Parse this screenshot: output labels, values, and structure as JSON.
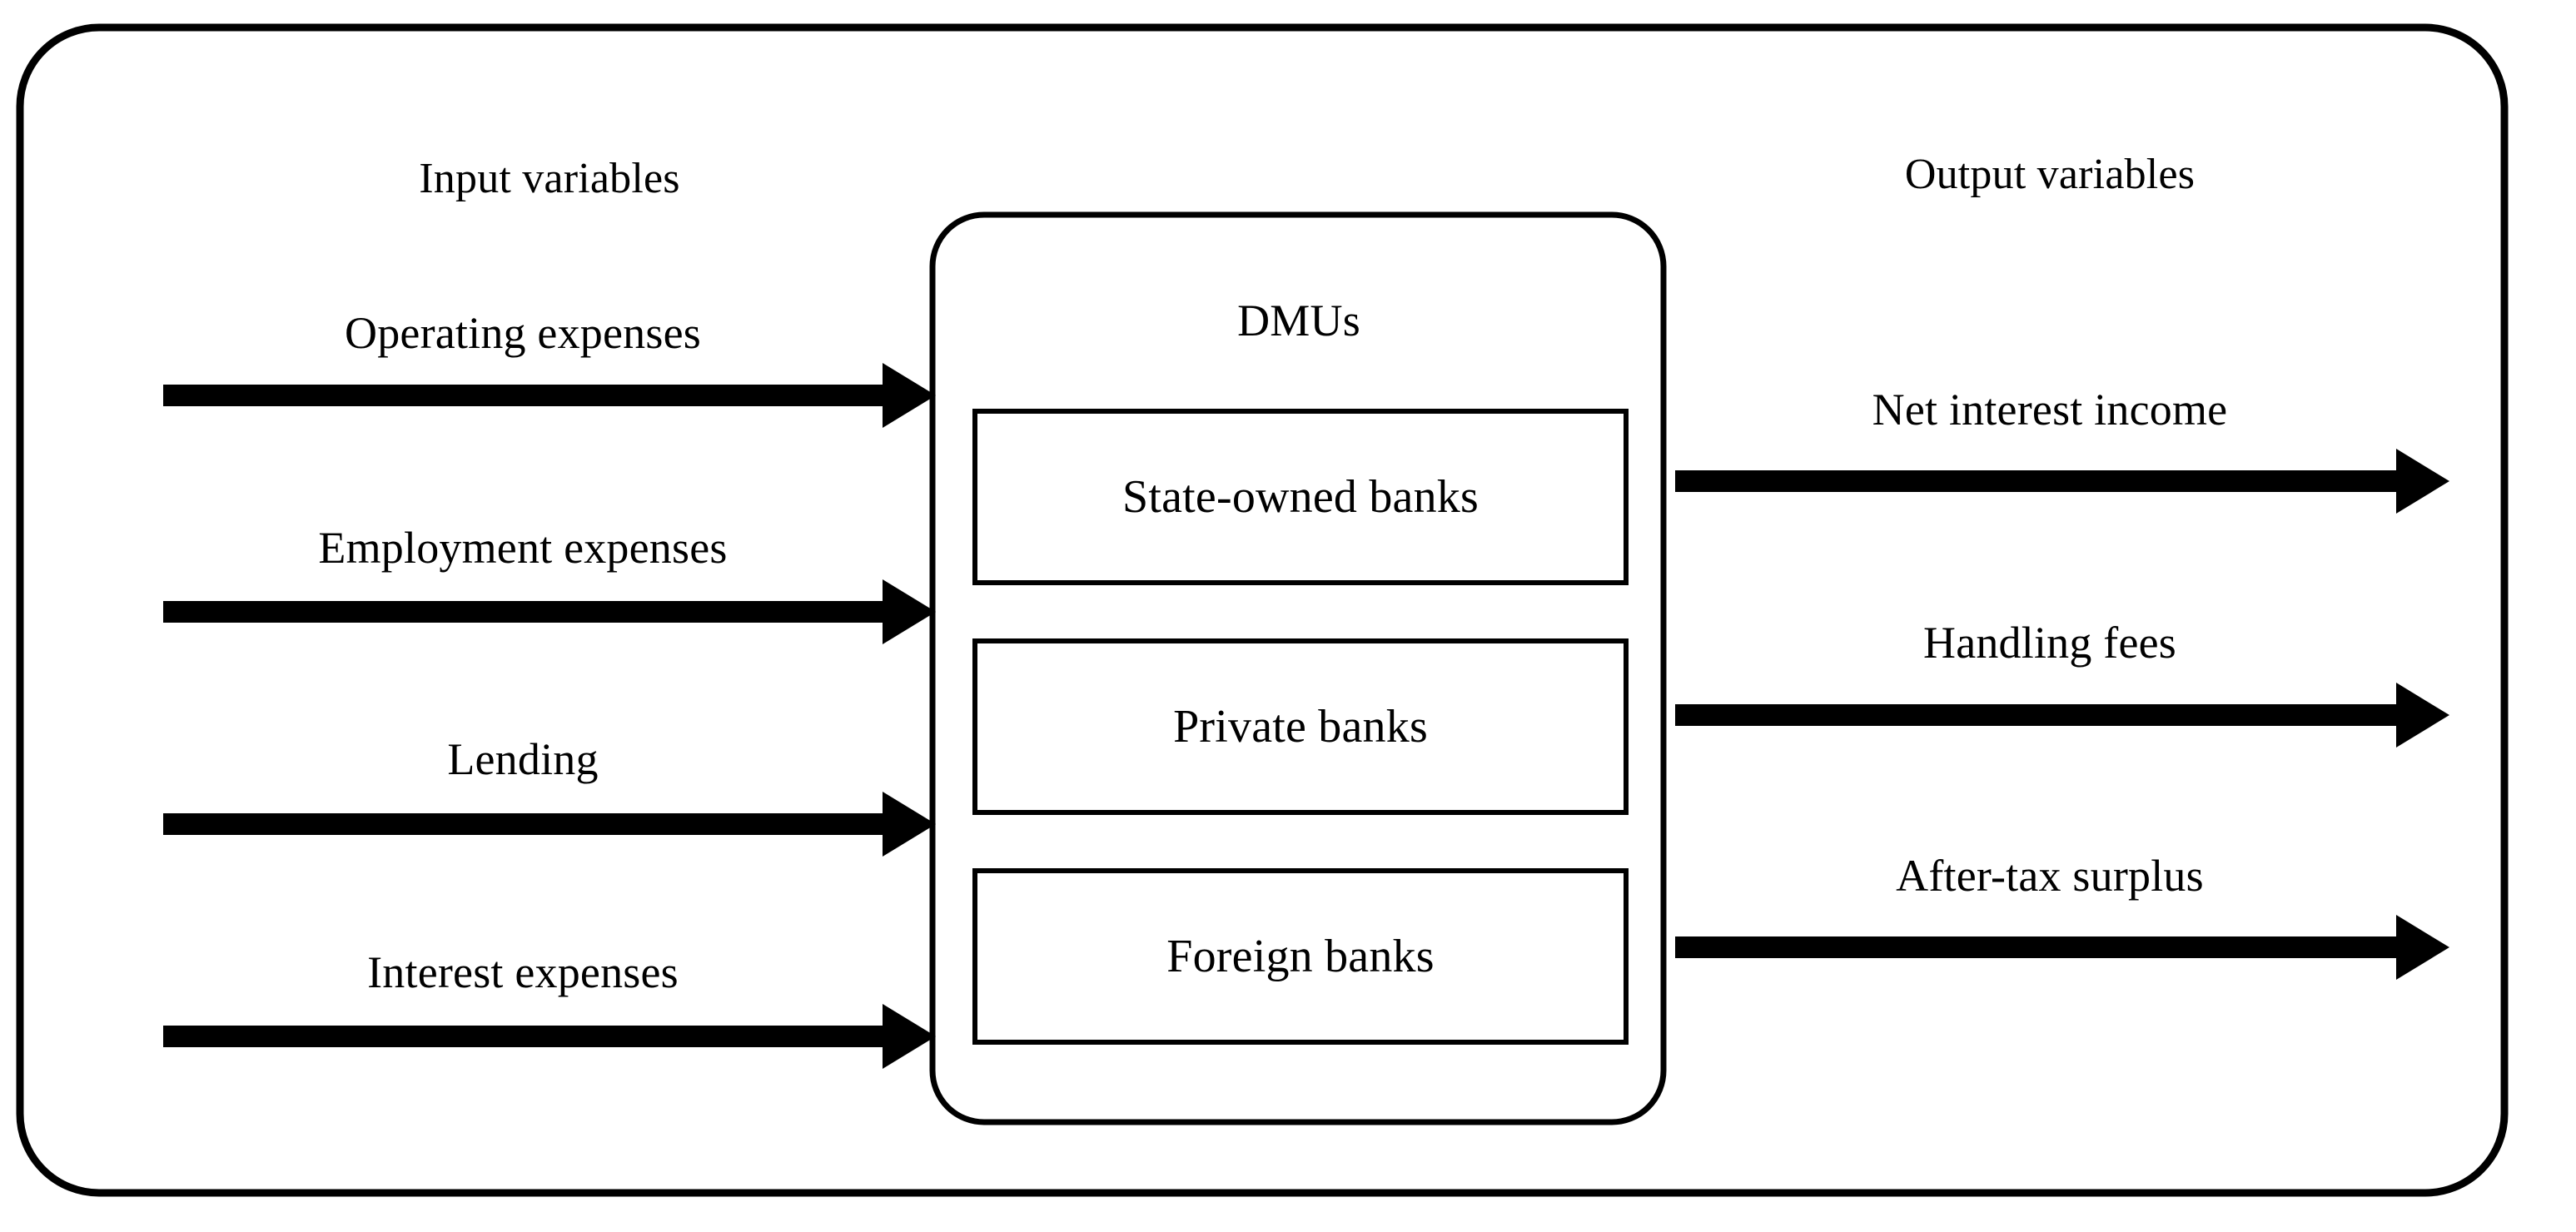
{
  "diagram": {
    "title_left": "Input variables",
    "title_right": "Output variables",
    "center_title": "DMUs",
    "outer_frame": {
      "name": "outer-rounded-frame",
      "stroke": "#000000",
      "stroke_width": 9,
      "corner_radius": 95
    },
    "dmu_frame": {
      "name": "dmu-rounded-frame",
      "stroke": "#000000",
      "stroke_width": 7,
      "corner_radius": 62
    },
    "inputs": [
      {
        "label": "Operating expenses",
        "arrow": "arrow-right-icon"
      },
      {
        "label": "Employment expenses",
        "arrow": "arrow-right-icon"
      },
      {
        "label": "Lending",
        "arrow": "arrow-right-icon"
      },
      {
        "label": "Interest expenses",
        "arrow": "arrow-right-icon"
      }
    ],
    "dmus": [
      {
        "label": "State-owned banks"
      },
      {
        "label": "Private banks"
      },
      {
        "label": "Foreign banks"
      }
    ],
    "outputs": [
      {
        "label": "Net interest income",
        "arrow": "arrow-right-icon"
      },
      {
        "label": "Handling fees",
        "arrow": "arrow-right-icon"
      },
      {
        "label": "After-tax surplus",
        "arrow": "arrow-right-icon"
      }
    ],
    "colors": {
      "stroke": "#000000",
      "background": "#ffffff",
      "text": "#000000"
    }
  }
}
